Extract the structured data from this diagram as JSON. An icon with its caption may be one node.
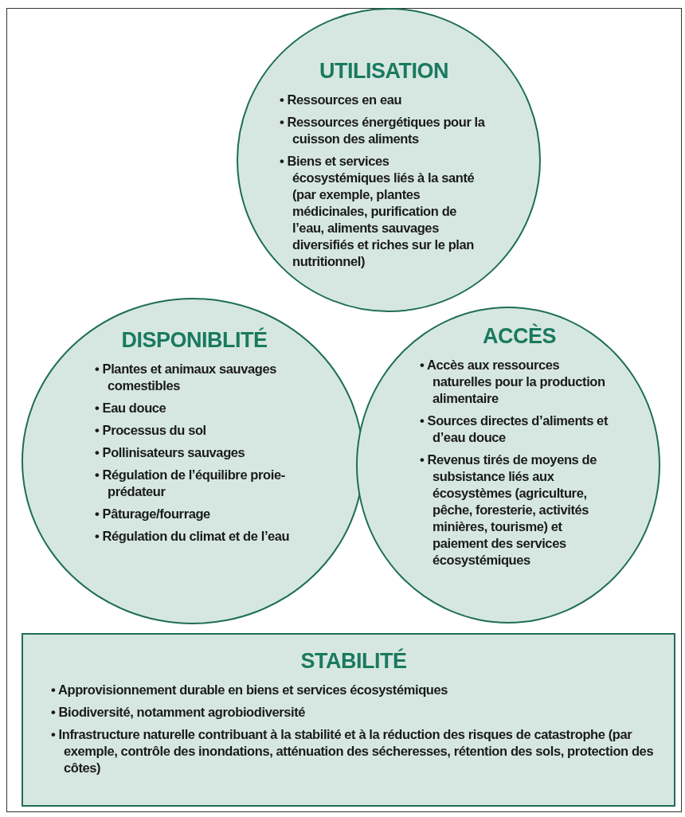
{
  "diagram": {
    "nodes": [
      {
        "text": [
          "UTILISATION",
          "• Ressources en eau",
          "• Ressources énergétiques pour la cuisson des aliments",
          "• Biens et services écosystémiques liés à la santé (par exemple, plantes médicinales, purification de l’eau, aliments sauvages diversifiés et riches sur le plan nutritionnel)"
        ]
      },
      {
        "text": [
          "DISPONIBLITÉ",
          "• Plantes et animaux sauvages comestibles",
          "• Eau douce",
          "• Processus du sol",
          "• Pollinisateurs sauvages",
          "• Régulation de l’équilibre proie-prédateur",
          "• Pâturage/fourrage",
          "• Régulation du climat et de l’eau"
        ]
      },
      {
        "text": [
          "ACCÈS",
          "• Accès aux ressources naturelles pour la production alimentaire",
          "• Sources directes d’aliments et d’eau douce",
          "• Revenus tirés de moyens de subsistance liés aux écosystèmes (agriculture, pêche, foresterie, activités minières, tourisme) et paiement des services écosystémiques"
        ]
      },
      {
        "text": [
          "STABILITÉ",
          "• Approvisionnement durable en biens et services écosystémiques",
          "• Biodiversité, notamment agrobiodiversité",
          "• Infrastructure naturelle contribuant à la stabilité et à la réduction des risques de catastrophe (par exemple, contrôle des inondations, atténuation des sécheresses, rétention des sols, protection des côtes)"
        ]
      }
    ]
  }
}
